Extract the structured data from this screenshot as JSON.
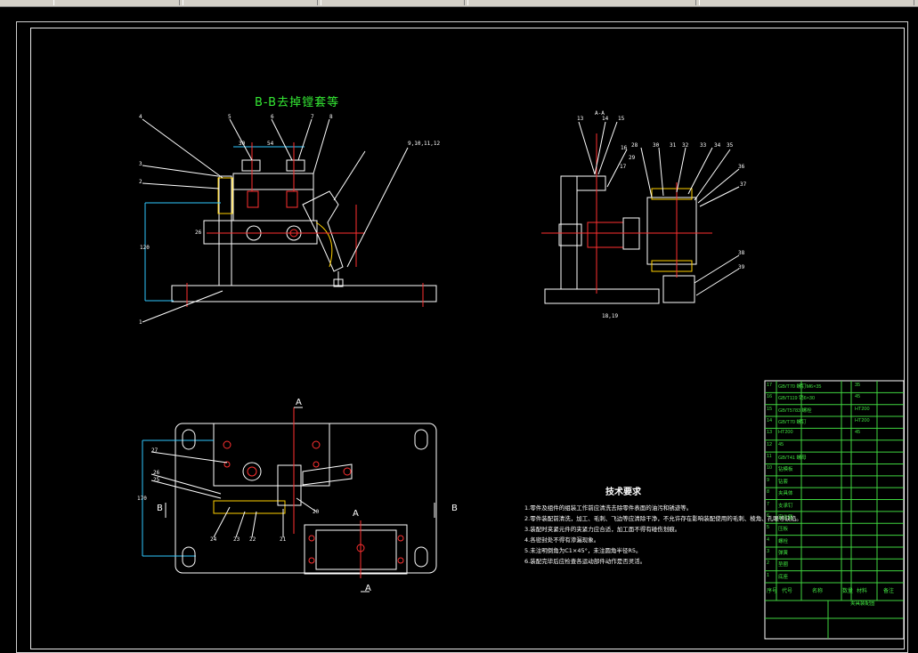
{
  "drawing": {
    "section_title": "B-B去掉镗套等",
    "tech_requirements_title": "技术要求",
    "tech_notes": [
      "1.零件及组件的组装工作前应清洗去除零件表面的油污和锈迹等。",
      "2.零件装配前清洗，加工、毛刺、飞边等应清除干净，不允许存在影响装配使用的毛刺、棱角、孔眼等缺陷。",
      "3.装配时夹紧元件的夹紧力应合适，加工面不得有碰伤划痕。",
      "4.各密封处不得有渗漏现象。",
      "5.未注明倒角为C1×45°，未注圆角半径R5。",
      "6.装配完毕后应检查各运动部件动作是否灵活。"
    ],
    "view_labels": {
      "a_top": "A",
      "a_bottom": "A",
      "a_center": "A",
      "b_left": "B",
      "b_right": "B",
      "section_aa": "A-A"
    },
    "part_numbers_front": [
      "4",
      "5",
      "6",
      "7",
      "8",
      "9,10,11,12",
      "3",
      "2",
      "1"
    ],
    "part_numbers_side": [
      "13",
      "14",
      "15",
      "16",
      "17",
      "28",
      "29",
      "30",
      "31",
      "32",
      "33",
      "34",
      "35",
      "36",
      "37",
      "38",
      "39",
      "18,19"
    ],
    "part_numbers_plan": [
      "27",
      "26",
      "25",
      "24",
      "23",
      "22",
      "21",
      "20"
    ],
    "dims": {
      "d1": "30",
      "d2": "54",
      "d3": "120",
      "d4": "26",
      "d5": "170"
    }
  },
  "title_block": {
    "rows": [
      "GB/T70 螺钉M6×35",
      "GB/T119 销6×30",
      "GB/T5783 螺栓",
      "GB/T70 螺钉",
      "HT200",
      "45",
      "GB/T41 螺母",
      "钻模板",
      "钻套",
      "夹具体",
      "支承钉",
      "定位销",
      "压板",
      "螺栓",
      "弹簧",
      "垫圈",
      "底座"
    ],
    "header": [
      "序号",
      "代号",
      "名称",
      "数量",
      "材料",
      "备注"
    ],
    "sheet_label": "夹具装配图",
    "material_codes": [
      "35",
      "45",
      "HT200",
      "HT200",
      "45"
    ]
  },
  "colors": {
    "background": "#000000",
    "line": "#ffffff",
    "green": "#34e934",
    "red": "#ff3030",
    "cyan": "#30c8ff",
    "yellow": "#ffd000"
  }
}
